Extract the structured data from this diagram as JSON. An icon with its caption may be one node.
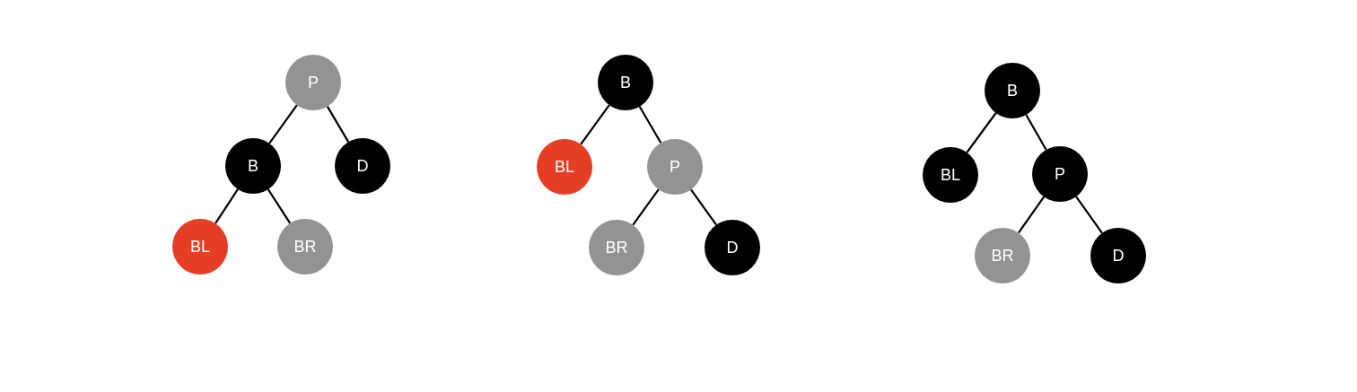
{
  "diagram": {
    "nodes": [
      {
        "text": [
          "P"
        ]
      },
      {
        "text": [
          "B"
        ]
      },
      {
        "text": [
          "D"
        ]
      },
      {
        "text": [
          "BL"
        ]
      },
      {
        "text": [
          "BR"
        ]
      },
      {
        "text": [
          "B"
        ]
      },
      {
        "text": [
          "BL"
        ]
      },
      {
        "text": [
          "P"
        ]
      },
      {
        "text": [
          "BR"
        ]
      },
      {
        "text": [
          "D"
        ]
      },
      {
        "text": [
          "B"
        ]
      },
      {
        "text": [
          "BL"
        ]
      },
      {
        "text": [
          "P"
        ]
      },
      {
        "text": [
          "BR"
        ]
      },
      {
        "text": [
          "D"
        ]
      }
    ],
    "edges": [
      {
        "from": 0,
        "to": 1,
        "arrow": "none"
      },
      {
        "from": 0,
        "to": 2,
        "arrow": "none"
      },
      {
        "from": 1,
        "to": 3,
        "arrow": "none"
      },
      {
        "from": 1,
        "to": 4,
        "arrow": "none"
      },
      {
        "from": 5,
        "to": 6,
        "arrow": "none"
      },
      {
        "from": 5,
        "to": 7,
        "arrow": "none"
      },
      {
        "from": 7,
        "to": 8,
        "arrow": "none"
      },
      {
        "from": 7,
        "to": 9,
        "arrow": "none"
      },
      {
        "from": 10,
        "to": 11,
        "arrow": "none"
      },
      {
        "from": 10,
        "to": 12,
        "arrow": "none"
      },
      {
        "from": 12,
        "to": 13,
        "arrow": "none"
      },
      {
        "from": 12,
        "to": 14,
        "arrow": "none"
      }
    ]
  }
}
